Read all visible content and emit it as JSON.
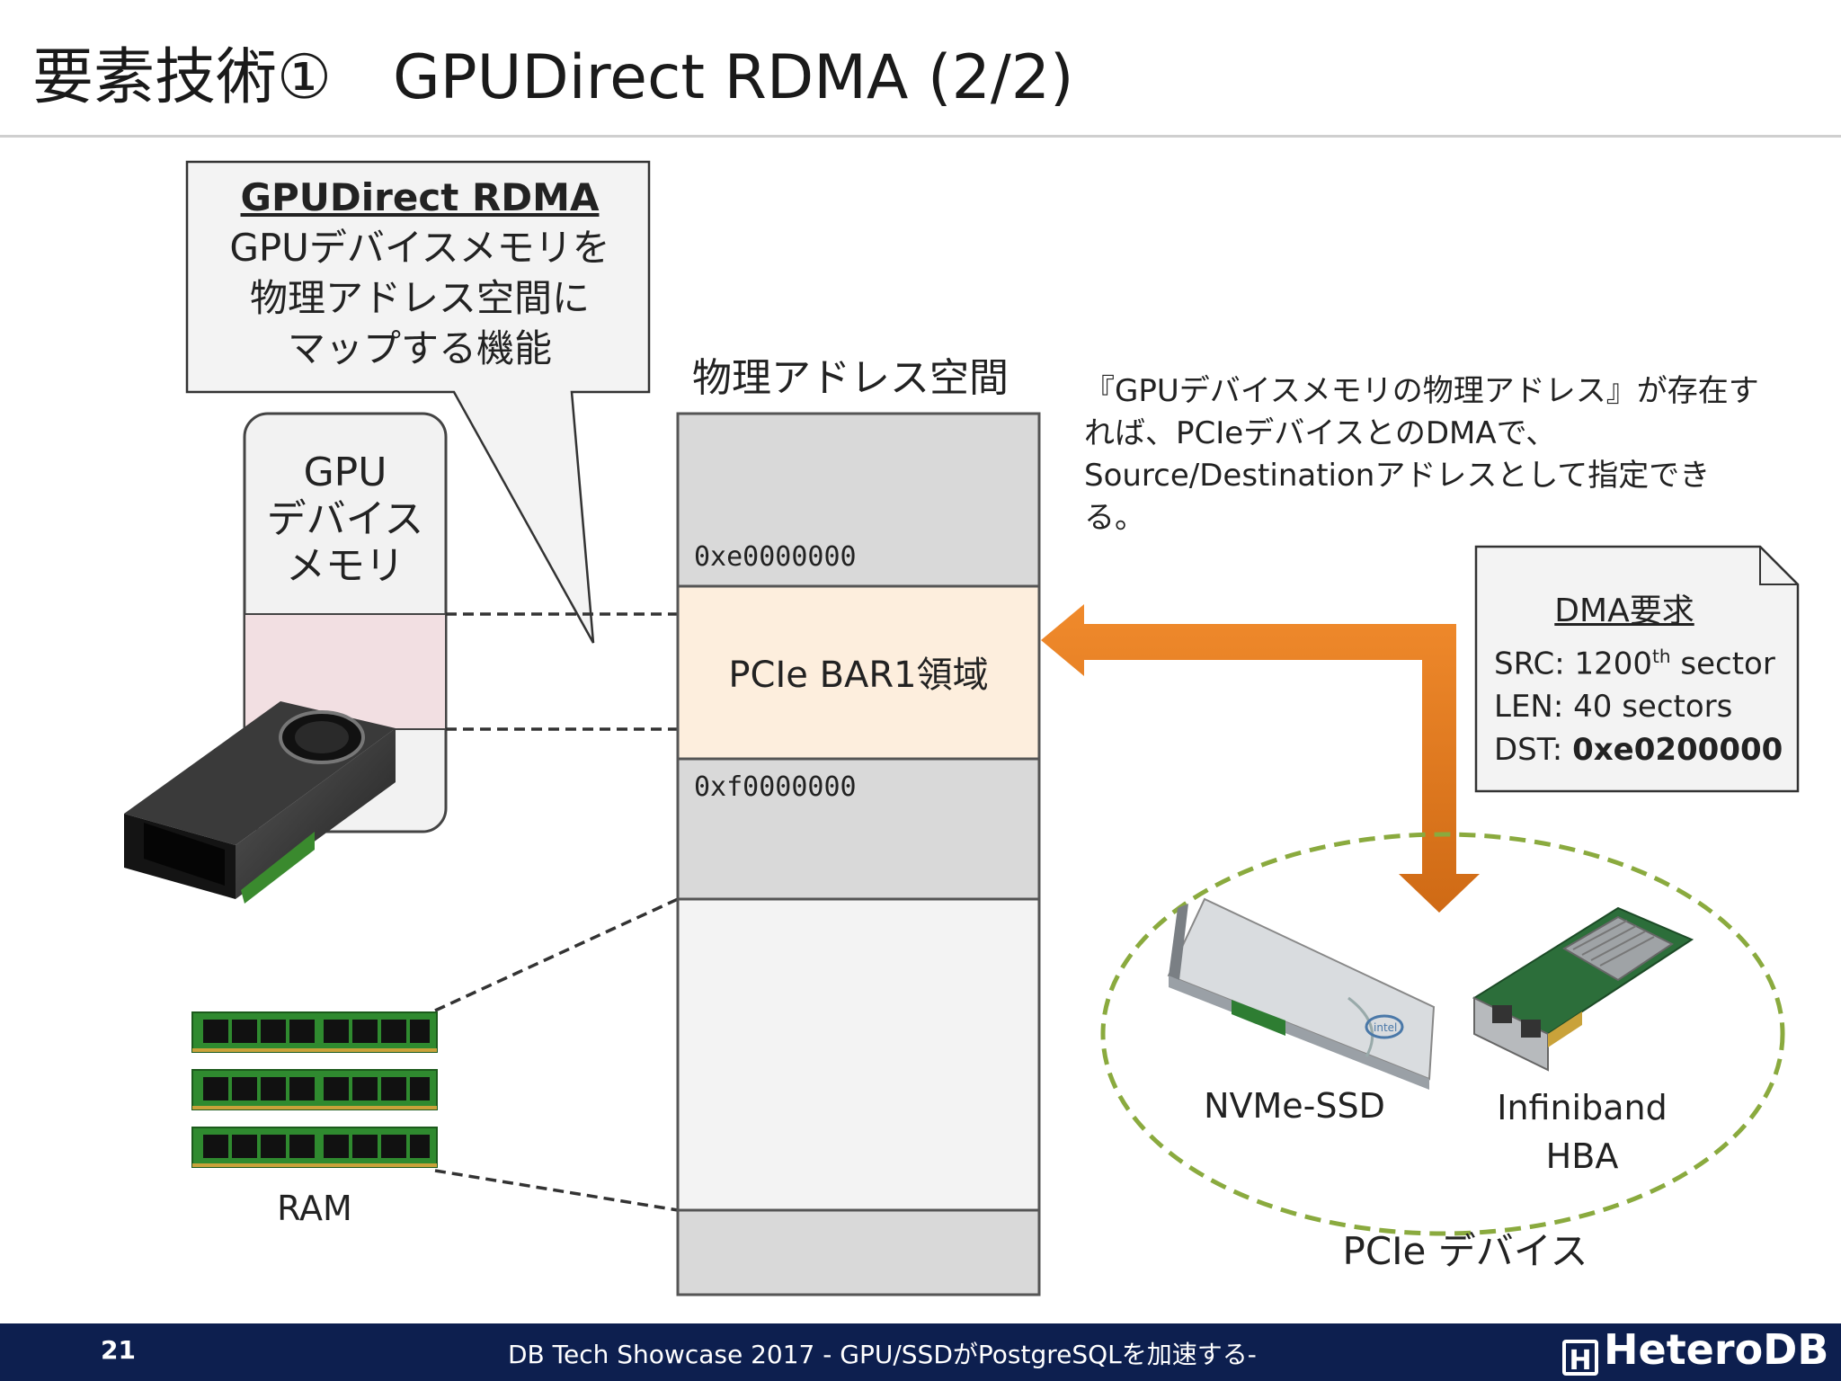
{
  "title": "要素技術①　GPUDirect RDMA (2/2)",
  "callout": {
    "heading": "GPUDirect RDMA",
    "lines": [
      "GPUデバイスメモリを",
      "物理アドレス空間に",
      "マップする機能"
    ]
  },
  "gpu_memory": {
    "lines": [
      "GPU",
      "デバイス",
      "メモリ"
    ]
  },
  "address_space": {
    "title": "物理アドレス空間",
    "addr_top": "0xe0000000",
    "bar_label": "PCIe BAR1領域",
    "addr_bottom": "0xf0000000"
  },
  "description": "『GPUデバイスメモリの物理アドレス』が存在すれば、PCIeデバイスとのDMAで、Source/Destinationアドレスとして指定できる。",
  "dma_request": {
    "title": "DMA要求",
    "src_prefix": "SRC: 1200",
    "src_sup": "th",
    "src_suffix": " sector",
    "len": "LEN: 40 sectors",
    "dst_prefix": "DST: ",
    "dst_value": "0xe0200000"
  },
  "devices": {
    "ssd_label": "NVMe-SSD",
    "ssd_brand": "intel",
    "hba_label_line1": "Infiniband",
    "hba_label_line2": "HBA",
    "group_label": "PCIe デバイス"
  },
  "ram_label": "RAM",
  "footer": {
    "page": "21",
    "text": "DB Tech Showcase 2017 - GPU/SSDがPostgreSQLを加速する-",
    "logo_mark": "H",
    "logo": "HeteroDB"
  },
  "colors": {
    "arrow": "#e07b22",
    "bar_fill": "#fdeedd",
    "gpu_region": "#f2dfe2",
    "address_gray": "#d9d9d9",
    "dashed_ellipse": "#8aaa3e",
    "footer_bg": "#0d1f4f"
  }
}
